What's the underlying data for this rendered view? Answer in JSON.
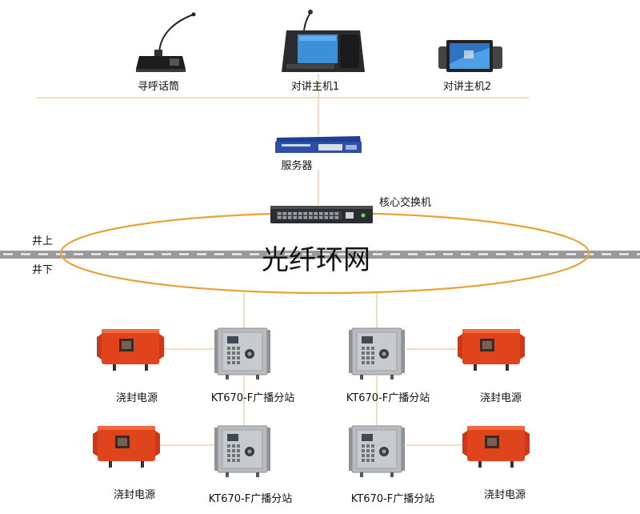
{
  "top_devices": {
    "mic_label": "寻呼话筒",
    "host1_label": "对讲主机1",
    "host2_label": "对讲主机2"
  },
  "server_label": "服务器",
  "switch_label": "核心交换机",
  "ring_label": "光纤环网",
  "above_ground_label": "井上",
  "below_ground_label": "井下",
  "stations": {
    "row1": {
      "psu_left": "浇封电源",
      "station_left": "KT670-F广播分站",
      "station_right": "KT670-F广播分站",
      "psu_right": "浇封电源"
    },
    "row2": {
      "psu_left": "浇封电源",
      "station_left": "KT670-F广播分站",
      "station_right": "KT670-F广播分站",
      "psu_right": "浇封电源"
    }
  },
  "colors": {
    "ring": "#e8a23a",
    "link_lines": "#e8c9a0",
    "ground_line": "#9a9a9a",
    "psu_body": "#e0441c",
    "station_body": "#b9bcbf",
    "server_body": "#2d4fa6",
    "switch_body": "#2b2d31"
  }
}
